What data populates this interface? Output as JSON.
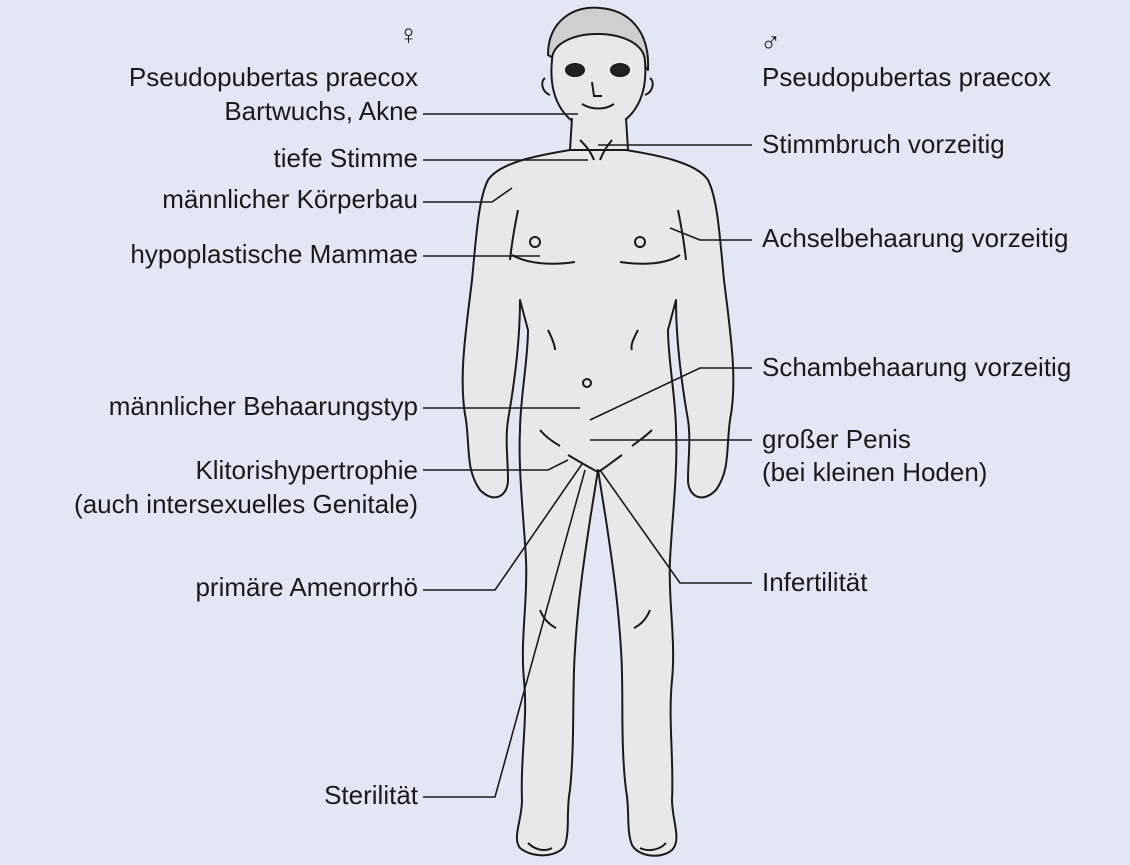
{
  "female": {
    "symbol": "♀",
    "heading": "Pseudopubertas praecox",
    "labels": [
      "Bartwuchs, Akne",
      "tiefe Stimme",
      "männlicher Körperbau",
      "hypoplastische Mammae",
      "männlicher Behaarungstyp",
      "Klitorishypertrophie",
      "(auch intersexuelles Genitale)",
      "primäre Amenorrhö",
      "Sterilität"
    ]
  },
  "male": {
    "symbol": "♂",
    "heading": "Pseudopubertas praecox",
    "labels": [
      "Stimmbruch vorzeitig",
      "Achselbehaarung vorzeitig",
      "Schambehaarung vorzeitig",
      "großer Penis",
      "(bei kleinen Hoden)",
      "Infertilität"
    ]
  },
  "colors": {
    "background": "#e3e7f4",
    "figure_fill": "#e8e8e8",
    "line": "#1a1a1a"
  }
}
